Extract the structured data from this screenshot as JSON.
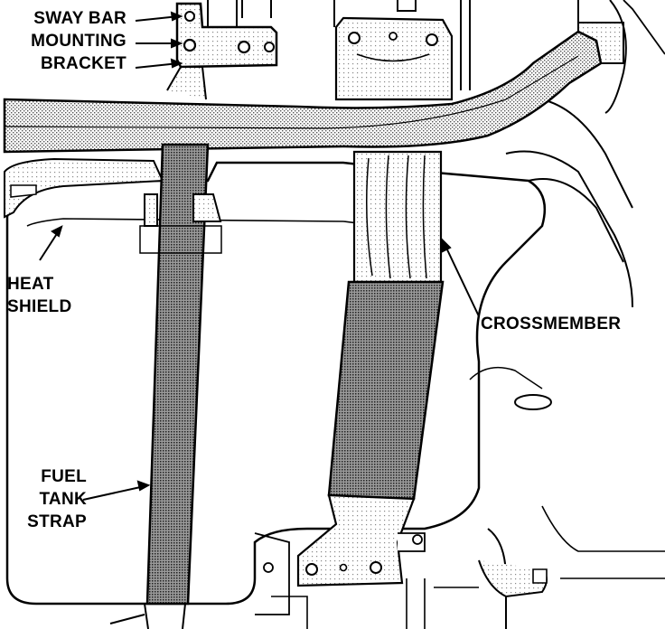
{
  "labels": {
    "sway_bar_bracket": [
      "SWAY BAR",
      "MOUNTING",
      "BRACKET"
    ],
    "heat_shield": [
      "HEAT",
      "SHIELD"
    ],
    "crossmember": "CROSSMEMBER",
    "fuel_tank_strap": [
      "FUEL",
      "TANK",
      "STRAP"
    ]
  },
  "colors": {
    "line": "#000000",
    "background": "#ffffff",
    "strap_fill": "#6f6f6f",
    "crossmember_fill": "#8a8a8a",
    "stipple_light": "#d6d6d6"
  }
}
